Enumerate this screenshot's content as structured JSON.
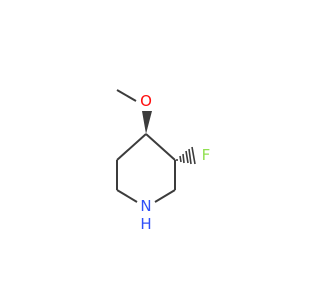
{
  "molecule": {
    "atoms": {
      "oxygen": {
        "symbol": "O",
        "color": "#ff0d0d"
      },
      "fluorine": {
        "symbol": "F",
        "color": "#90e050"
      },
      "nitrogen": {
        "symbol": "N",
        "color": "#3050f8"
      },
      "hydrogen": {
        "symbol": "H",
        "color": "#3050f8"
      }
    },
    "bond_color": "#3c3c3c"
  }
}
